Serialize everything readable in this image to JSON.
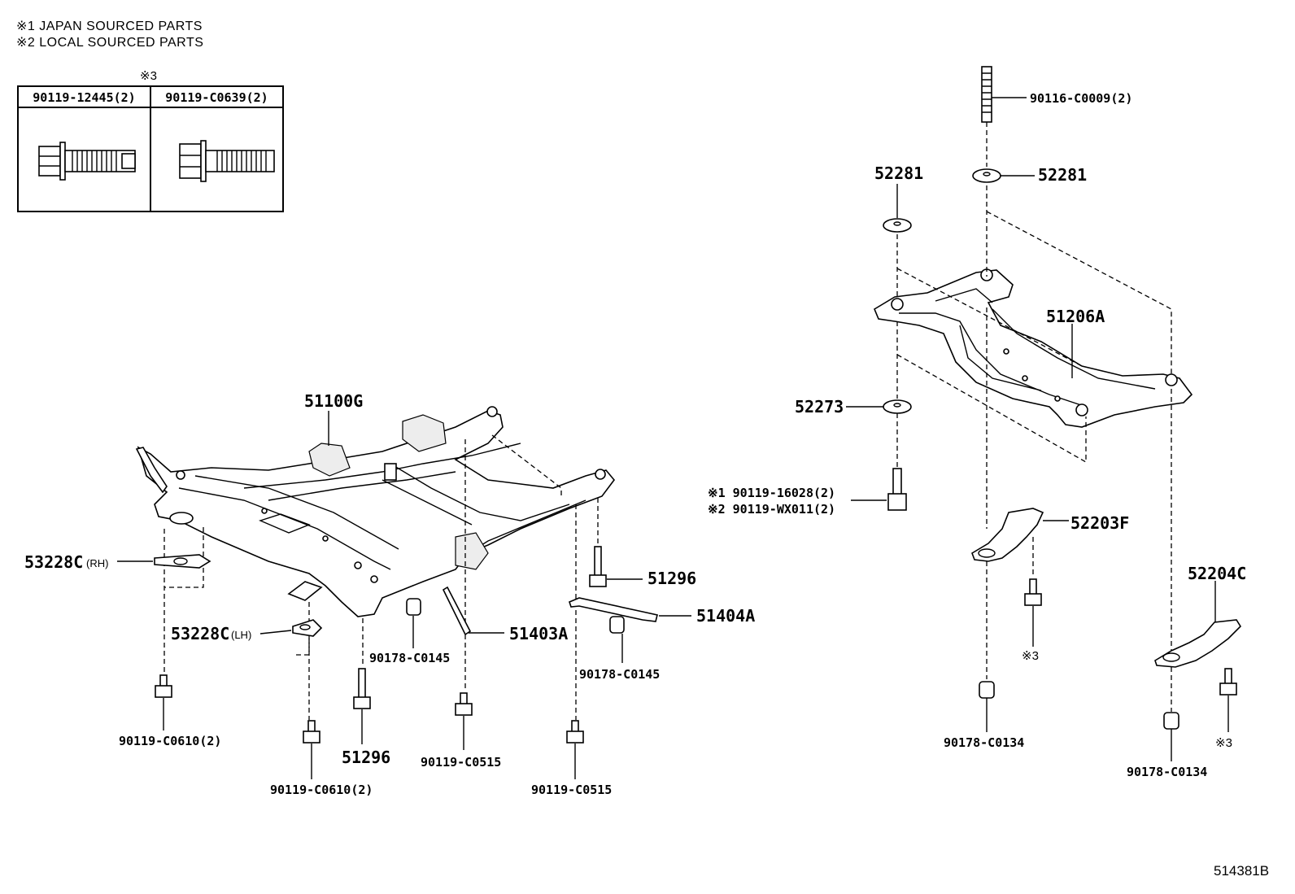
{
  "notes": {
    "japan": "※1 JAPAN SOURCED PARTS",
    "local": "※2 LOCAL SOURCED PARTS",
    "ref3": "※3"
  },
  "bolt_table": {
    "col1": "90119-12445(2)",
    "col2": "90119-C0639(2)"
  },
  "left_assembly": {
    "crossmember": "51100G",
    "bracket_rh": "53228C",
    "bracket_rh_side": "(RH)",
    "bracket_lh": "53228C",
    "bracket_lh_side": "(LH)",
    "bolt_51296_a": "51296",
    "bolt_51296_b": "51296",
    "brace_51403a": "51403A",
    "brace_51404a": "51404A",
    "nut_c0145_a": "90178-C0145",
    "nut_c0145_b": "90178-C0145",
    "bolt_c0610_a": "90119-C0610(2)",
    "bolt_c0610_b": "90119-C0610(2)",
    "bolt_c0515_a": "90119-C0515",
    "bolt_c0515_b": "90119-C0515"
  },
  "right_assembly": {
    "stud": "90116-C0009(2)",
    "washer_top_left": "52281",
    "washer_top_right": "52281",
    "subframe": "51206A",
    "stopper": "52273",
    "bolt_japan": "※1 90119-16028(2)",
    "bolt_local": "※2 90119-WX011(2)",
    "arm_f": "52203F",
    "arm_c": "52204C",
    "ref3_a": "※3",
    "ref3_b": "※3",
    "nut_c0134_a": "90178-C0134",
    "nut_c0134_b": "90178-C0134"
  },
  "diagram_id": "514381B"
}
